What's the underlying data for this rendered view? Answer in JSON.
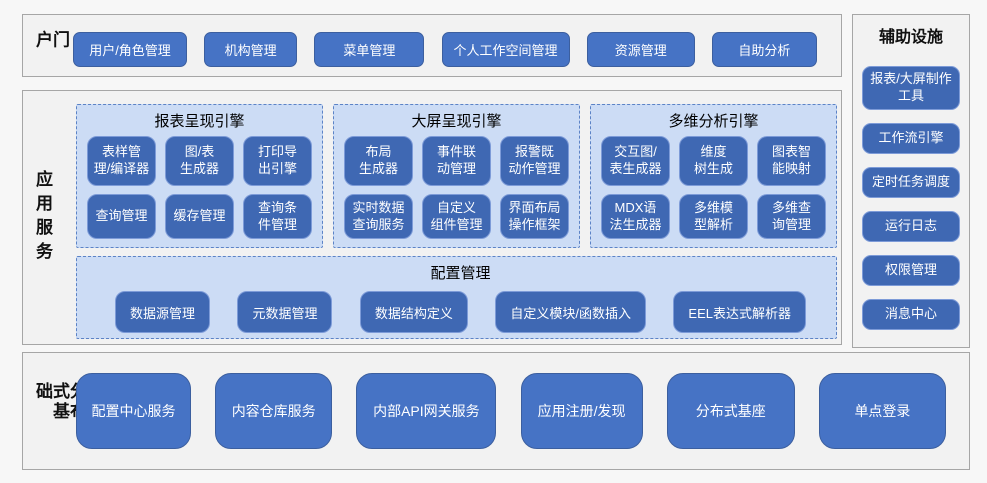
{
  "portal": {
    "label": "门户",
    "items": [
      "用户/角色管理",
      "机构管理",
      "菜单管理",
      "个人工作空间管理",
      "资源管理",
      "自助分析"
    ]
  },
  "app_services": {
    "label": "应用服务",
    "engines": [
      {
        "title": "报表呈现引擎",
        "items": [
          "表样管理/编译器",
          "图/表生成器",
          "打印导出引擎",
          "查询管理",
          "缓存管理",
          "查询条件管理"
        ]
      },
      {
        "title": "大屏呈现引擎",
        "items": [
          "布局生成器",
          "事件联动管理",
          "报警既动作管理",
          "实时数据查询服务",
          "自定义组件管理",
          "界面布局操作框架"
        ]
      },
      {
        "title": "多维分析引擎",
        "items": [
          "交互图/表生成器",
          "维度树生成",
          "图表智能映射",
          "MDX语法生成器",
          "多维模型解析",
          "多维查询管理"
        ]
      }
    ],
    "config": {
      "title": "配置管理",
      "items": [
        "数据源管理",
        "元数据管理",
        "数据结构定义",
        "自定义模块/函数插入",
        "EEL表达式解析器"
      ]
    }
  },
  "auxiliary": {
    "title": "辅助设施",
    "items": [
      "报表/大屏制作工具",
      "工作流引擎",
      "定时任务调度",
      "运行日志",
      "权限管理",
      "消息中心"
    ]
  },
  "distributed": {
    "label": "分布式基础",
    "items": [
      "配置中心服务",
      "内容仓库服务",
      "内部API网关服务",
      "应用注册/发现",
      "分布式基座",
      "单点登录"
    ]
  },
  "colors": {
    "button_blue": "#4673c5",
    "panel_button_blue": "#3f68b3",
    "panel_bg": "#ccdcf5",
    "panel_border_blue": "#5c83c6",
    "section_bg": "#f2f2f2",
    "section_border": "#a6a6a6",
    "page_bg": "#f7f7f7",
    "text_on_blue": "#ffffff"
  }
}
